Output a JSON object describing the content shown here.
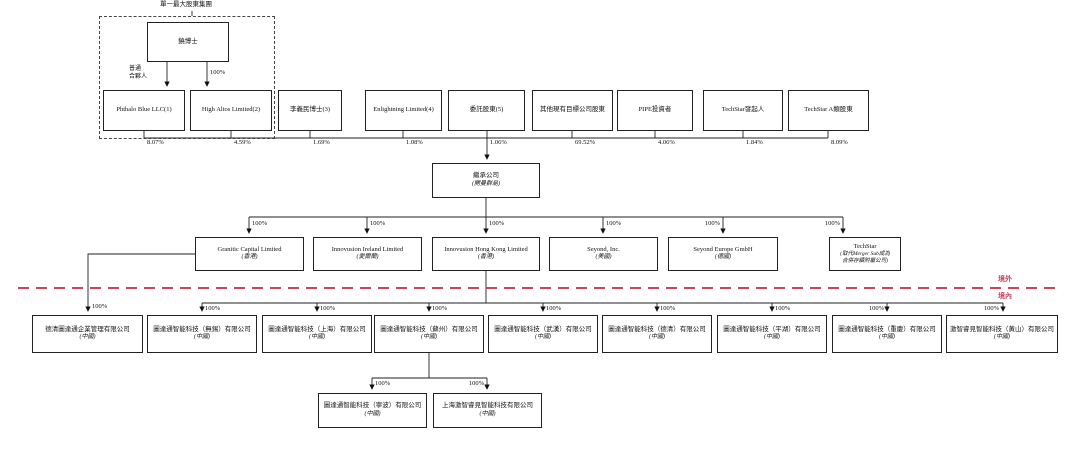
{
  "title": "股權架構圖",
  "colors": {
    "line": "#222222",
    "divider": "#cb4558",
    "background": "#ffffff"
  },
  "group": {
    "label": "單一最大股東集團",
    "founder": "饒博士",
    "gp_label": "普通\n合夥人",
    "founder_pct": "100%"
  },
  "top_row": [
    {
      "name": "Phthalo Blue LLC(1)",
      "pct": "8.07%"
    },
    {
      "name": "High Altos Limited(2)",
      "pct": "4.59%"
    },
    {
      "name": "李義民博士(3)",
      "pct": "1.69%"
    },
    {
      "name": "Enlightning Limited(4)",
      "pct": "1.08%"
    },
    {
      "name": "委託股東(5)",
      "pct": "1.06%"
    },
    {
      "name": "其他現有目標公司股東",
      "pct": "69.52%"
    },
    {
      "name": "PIPE投資者",
      "pct": "4.06%"
    },
    {
      "name": "TechStar發起人",
      "pct": "1.84%"
    },
    {
      "name": "TechStar A類股東",
      "pct": "8.09%"
    }
  ],
  "successor": {
    "name": "繼承公司",
    "region": "(開曼群島)"
  },
  "row2": [
    {
      "name": "Granitic Capital Limited",
      "region": "(香港)",
      "pct": "100%"
    },
    {
      "name": "Innovusion Ireland Limited",
      "region": "(愛爾蘭)",
      "pct": "100%"
    },
    {
      "name": "Innovusion Hong Kong Limited",
      "region": "(香港)",
      "pct": "100%"
    },
    {
      "name": "Seyond, Inc.",
      "region": "(美國)",
      "pct": "100%"
    },
    {
      "name": "Seyond Europe GmbH",
      "region": "(德國)",
      "pct": "100%"
    },
    {
      "name": "TechStar",
      "region": "(取代Merger Sub成為\n合併存續附屬公司)",
      "pct": "100%"
    }
  ],
  "divider": {
    "offshore": "境外",
    "onshore": "境內"
  },
  "row3": [
    {
      "name": "德清圖達通企業管理有限公司",
      "region": "(中國)",
      "pct": "100%"
    },
    {
      "name": "圖達通智能科技（無錫）有限公司",
      "region": "(中國)",
      "pct": "100%"
    },
    {
      "name": "圖達通智能科技（上海）有限公司",
      "region": "(中國)",
      "pct": "100%"
    },
    {
      "name": "圖達通智能科技（蘇州）有限公司",
      "region": "(中國)",
      "pct": "100%"
    },
    {
      "name": "圖達通智能科技（武漢）有限公司",
      "region": "(中國)",
      "pct": "100%"
    },
    {
      "name": "圖達通智能科技（德清）有限公司",
      "region": "(中國)",
      "pct": "100%"
    },
    {
      "name": "圖達通智能科技（平湖）有限公司",
      "region": "(中國)",
      "pct": "100%"
    },
    {
      "name": "圖達通智能科技（重慶）有限公司",
      "region": "(中國)",
      "pct": "100%"
    },
    {
      "name": "激智睿見智能科技（黃山）有限公司",
      "region": "(中國)",
      "pct": "100%"
    }
  ],
  "row4": [
    {
      "name": "圖達通智能科技（寧波）有限公司",
      "region": "(中國)",
      "pct": "100%"
    },
    {
      "name": "上海激智睿見智能科技有限公司",
      "region": "(中國)",
      "pct": "100%"
    }
  ]
}
